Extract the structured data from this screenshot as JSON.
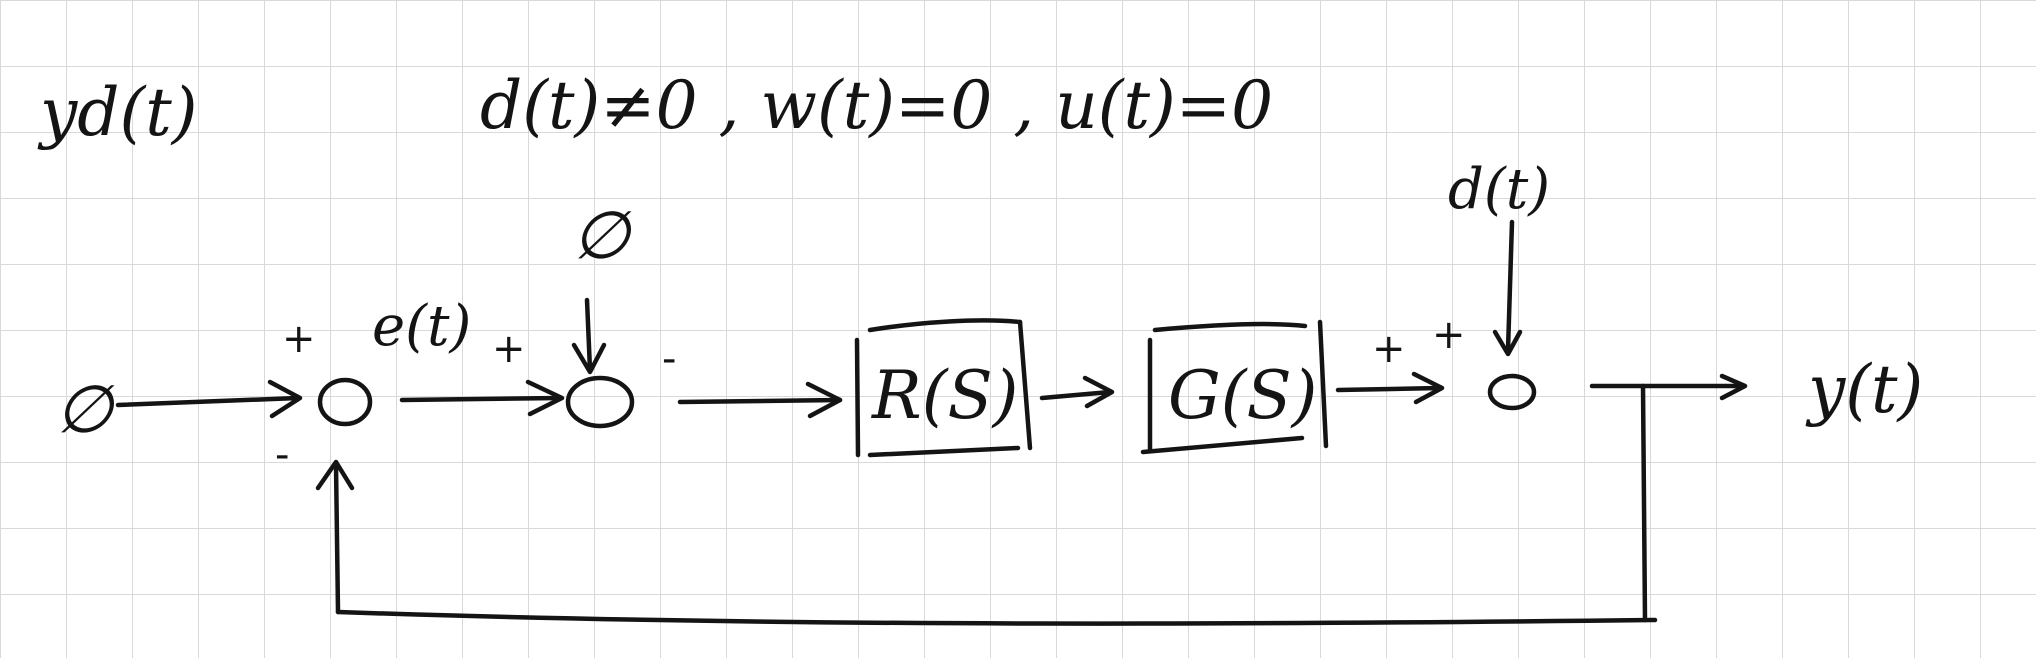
{
  "labels": {
    "yd": "yd(t)",
    "conditions": "d(t)≠0 , w(t)=0 , u(t)=0",
    "input_zero": "∅",
    "error": "e(t)",
    "w_zero": "∅",
    "d_label": "d(t)",
    "output": "y(t)"
  },
  "blocks": {
    "controller": "R(S)",
    "plant": "G(S)"
  },
  "signs": {
    "sum1_top": "+",
    "sum1_bottom": "-",
    "sum2_left": "+",
    "sum2_right": "-",
    "sum3_left": "+",
    "sum3_top": "+"
  }
}
